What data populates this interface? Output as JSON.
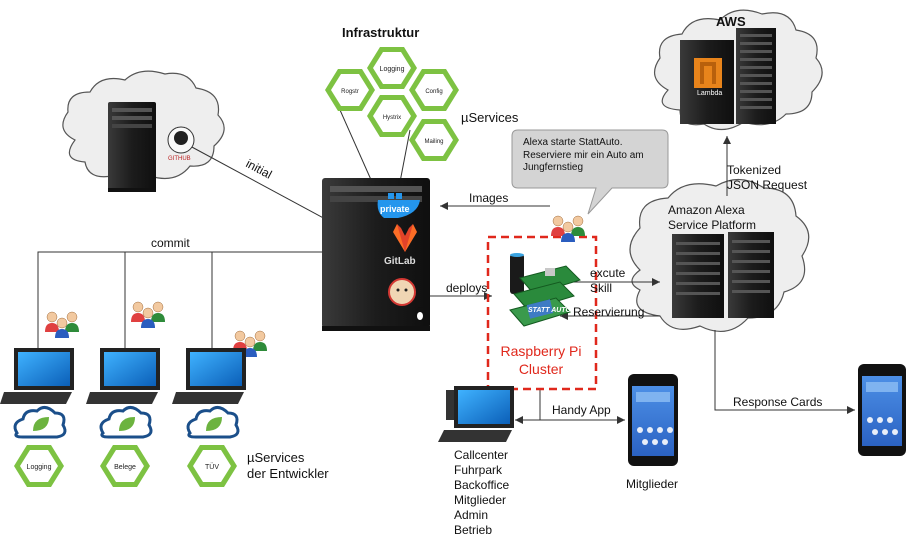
{
  "diagram": {
    "infrastructure_title": "Infrastruktur",
    "infra_services": [
      "Logging",
      "Rogstr",
      "Config",
      "Hystrix",
      "Mailing"
    ],
    "microservices_label": "µServices",
    "aws_title": "AWS",
    "lambda_label": "Lambda",
    "github_label": "GITHUB",
    "gitlab_label": "GitLab",
    "private_label": "private",
    "initial_label": "initial",
    "commit_label": "commit",
    "images_label": "Images",
    "deploys_label": "deploys",
    "speech_bubble": "Alexa starte StattAuto.\nReserviere mir ein Auto am\nJungfernstieg",
    "tokenized_label": "Tokenized\nJSON Request",
    "alexa_platform": "Amazon Alexa\nService Platform",
    "excute_skill": "excute\nSkill",
    "reservierung_label": "Reservierung",
    "raspberry_label": "Raspberry Pi\nCluster",
    "board_label": "STATT AUTO",
    "handy_app_label": "Handy App",
    "response_cards_label": "Response Cards",
    "mitglieder_label": "Mitglieder",
    "user_list": [
      "Callcenter",
      "Fuhrpark",
      "Backoffice",
      "Mitglieder",
      "Admin",
      "Betrieb"
    ],
    "dev_services": [
      "Logging",
      "Belege",
      "TÜV"
    ],
    "dev_services_label": "µServices\nder Entwickler",
    "colors": {
      "cloud": "#eeeeee",
      "hex": "#7dc242",
      "hex_inner": "#ffffff",
      "red_dash": "#e0281c",
      "line": "#333333",
      "screen": "#1d8fe0",
      "phone_screen": "#3b7fd6",
      "server": "#262626"
    },
    "icons": [
      "server-icon",
      "cloud-icon",
      "lambda-icon",
      "monitor-icon",
      "phone-icon",
      "users-icon",
      "github-icon",
      "gitlab-icon",
      "jenkins-icon",
      "docker-icon",
      "spring-leaf-icon",
      "echo-icon",
      "raspberry-board-icon"
    ]
  }
}
